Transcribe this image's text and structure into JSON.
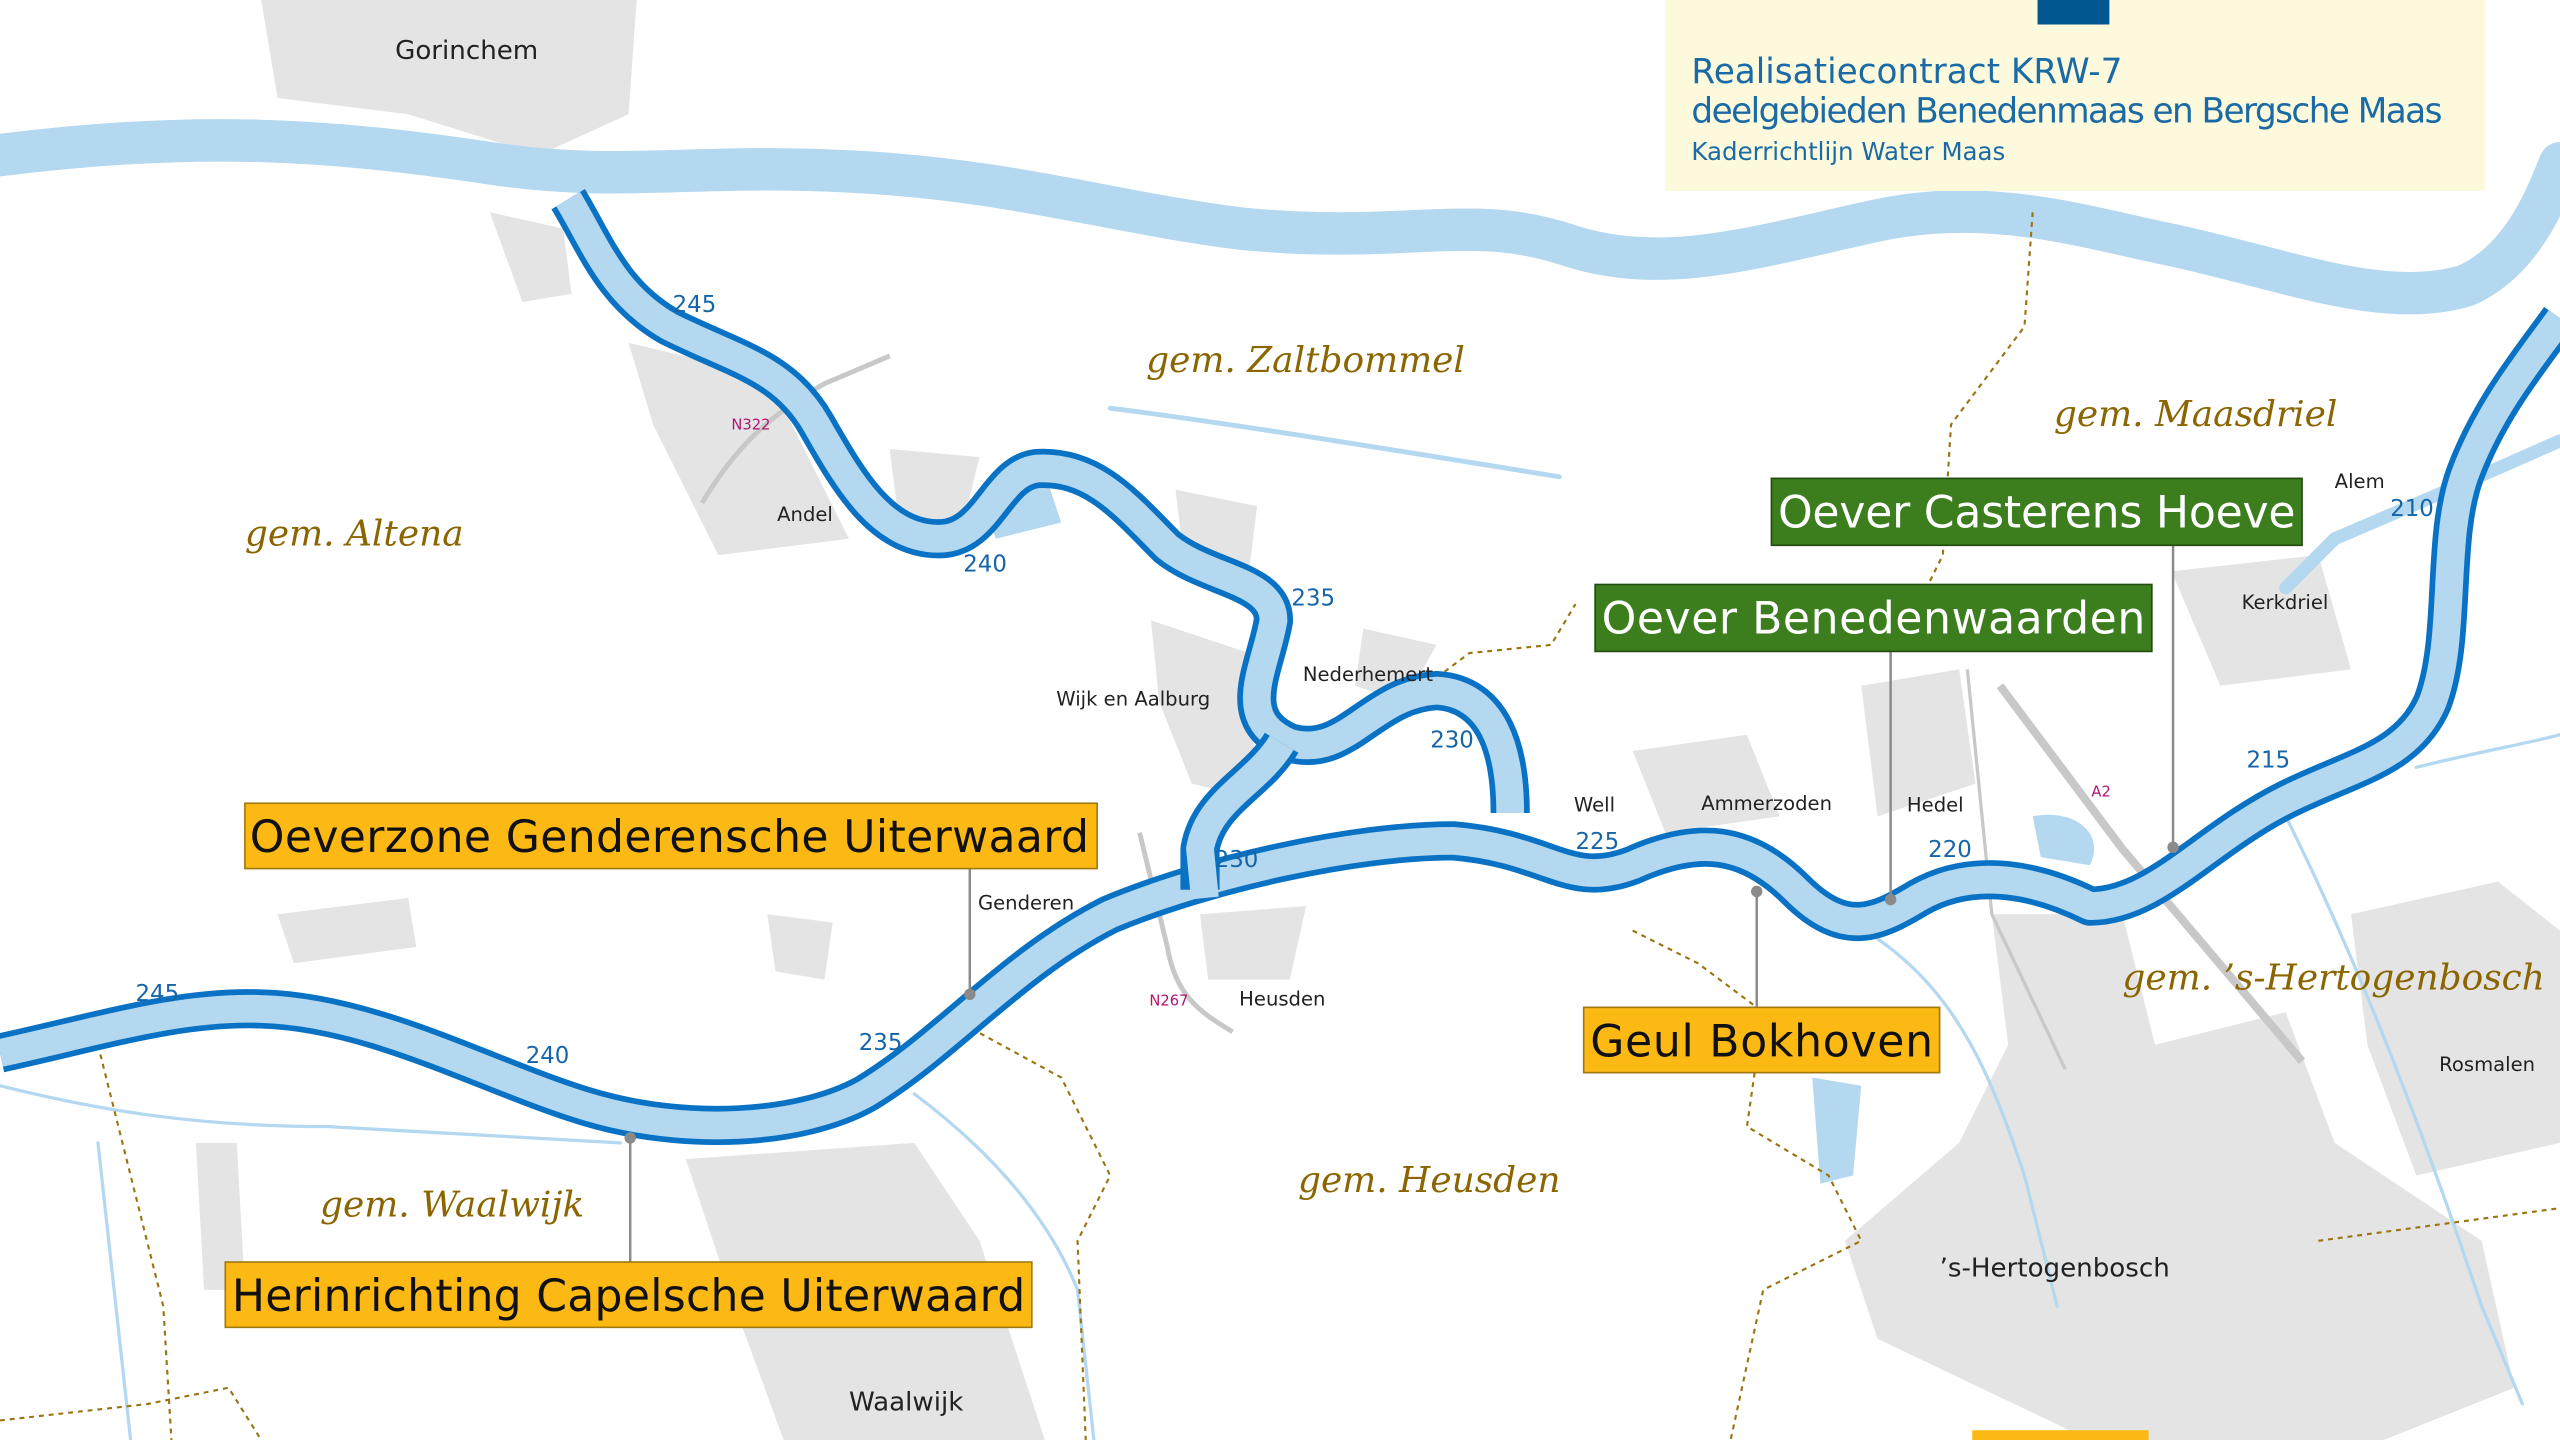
{
  "title_box": {
    "title_line1": "Realisatiecontract KRW-7",
    "title_line2": "deelgebieden Benedenmaas en Bergsche Maas",
    "subtitle": "Kaderrichtlijn Water Maas"
  },
  "municipalities": [
    "gem. Altena",
    "gem. Zaltbommel",
    "gem. Maasdriel",
    "gem. ’s-Hertogenbosch",
    "gem. Heusden",
    "gem. Waalwijk"
  ],
  "places": [
    "Gorinchem",
    "Andel",
    "Wijk en Aalburg",
    "Nederhemert",
    "Well",
    "Ammerzoden",
    "Hedel",
    "Alem",
    "Kerkdriel",
    "Genderen",
    "Heusden",
    "Rosmalen",
    "’s-Hertogenbosch",
    "Waalwijk"
  ],
  "roads": [
    "N322",
    "N267",
    "A2"
  ],
  "km_markers": [
    "245",
    "240",
    "235",
    "230",
    "230",
    "225",
    "220",
    "215",
    "210",
    "245",
    "240",
    "235"
  ],
  "projects": [
    {
      "name": "Oeverzone Genderensche Uiterwaard",
      "type": "orange"
    },
    {
      "name": "Herinrichting Capelsche Uiterwaard",
      "type": "orange"
    },
    {
      "name": "Geul Bokhoven",
      "type": "orange"
    },
    {
      "name": "Oever Casterens Hoeve",
      "type": "green"
    },
    {
      "name": "Oever Benedenwaarden",
      "type": "green"
    }
  ],
  "colors": {
    "orange": "#fdb913",
    "green": "#3c7d1e",
    "river": "#0a72c4",
    "water": "#b3d8f0",
    "title_bg": "#fdf9dc",
    "title_text": "#1a6aa6"
  }
}
